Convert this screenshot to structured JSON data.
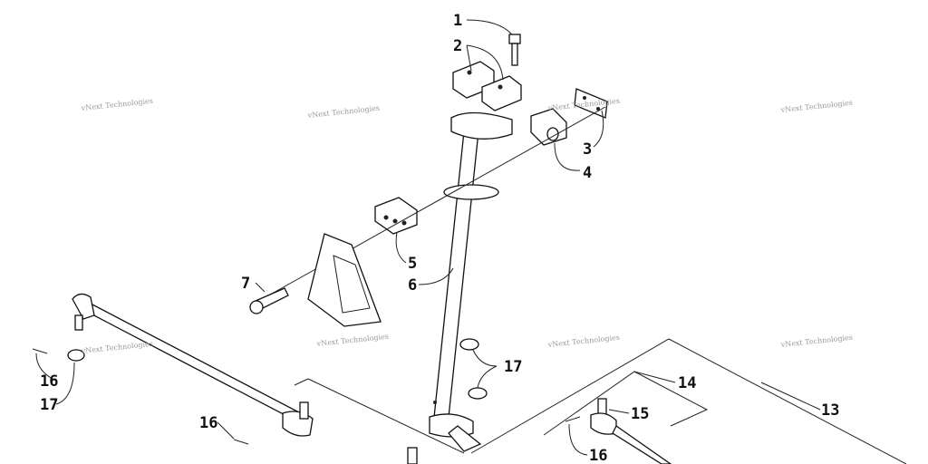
{
  "labels": [
    "1",
    "2",
    "3",
    "4",
    "5",
    "6",
    "7",
    "16",
    "17",
    "17",
    "16",
    "14",
    "15",
    "13",
    "16"
  ],
  "watermark": "vNext Technologies",
  "colors": {
    "ink": "#111111",
    "watermark": "#9a9a9a",
    "background": "#ffffff"
  },
  "parts": [
    "bolt-icon",
    "clamp-caps-icon",
    "plate-icon",
    "bushing-icon",
    "bushing-block-icon",
    "steering-post-icon",
    "pivot-bolt-icon",
    "cotter-pin-icon",
    "castle-nut-icon",
    "tie-rod-icon",
    "tie-rod-end-icon",
    "bracket-icon"
  ]
}
